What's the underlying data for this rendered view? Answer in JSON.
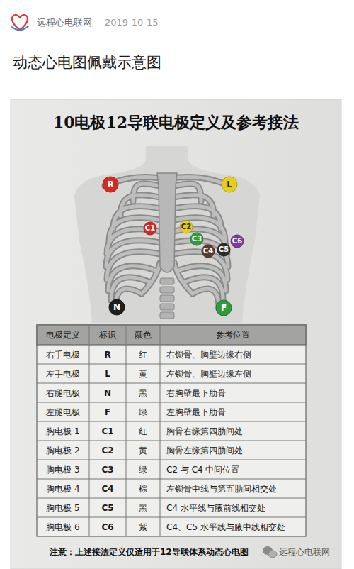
{
  "diagram": {
    "title": "动态心电图佩戴示意图",
    "nodes": [
      {
        "text": [
          "R"
        ]
      },
      {
        "text": [
          "L"
        ]
      },
      {
        "text": [
          "C1"
        ]
      },
      {
        "text": [
          "C2"
        ]
      },
      {
        "text": [
          "C3"
        ]
      },
      {
        "text": [
          "C4"
        ]
      },
      {
        "text": [
          "C5"
        ]
      },
      {
        "text": [
          "C6"
        ]
      },
      {
        "text": [
          "N"
        ]
      },
      {
        "text": [
          "F"
        ]
      }
    ],
    "labels": [
      "远程心电联网",
      "2019-10-15",
      "10电极12导联电极定义及参考接法",
      "电极定义",
      "标识",
      "颜色",
      "参考位置",
      "右手电极",
      "R",
      "红",
      "右锁骨、胸壁边缘右侧",
      "左手电极",
      "L",
      "黄",
      "左锁骨、胸壁边缘左侧",
      "右腿电极",
      "N",
      "黑",
      "右胸壁最下肋骨",
      "左腿电极",
      "F",
      "绿",
      "左胸壁最下肋骨",
      "胸电极 1",
      "C1",
      "红",
      "胸骨右缘第四肋间处",
      "胸电极 2",
      "C2",
      "黄",
      "胸骨左缘第四肋间处",
      "胸电极 3",
      "C3",
      "绿",
      "C2 与 C4 中间位置",
      "胸电极 4",
      "C4",
      "棕",
      "左锁骨中线与第五肋间相交处",
      "胸电极 5",
      "C5",
      "黑",
      "C4 水平线与腋前线相交处",
      "胸电极 6",
      "C6",
      "紫",
      "C4、C5 水平线与腋中线相交处",
      "注意：上述接法定义仅适用于12导联体系动态心电图",
      "远程心电联网"
    ]
  }
}
